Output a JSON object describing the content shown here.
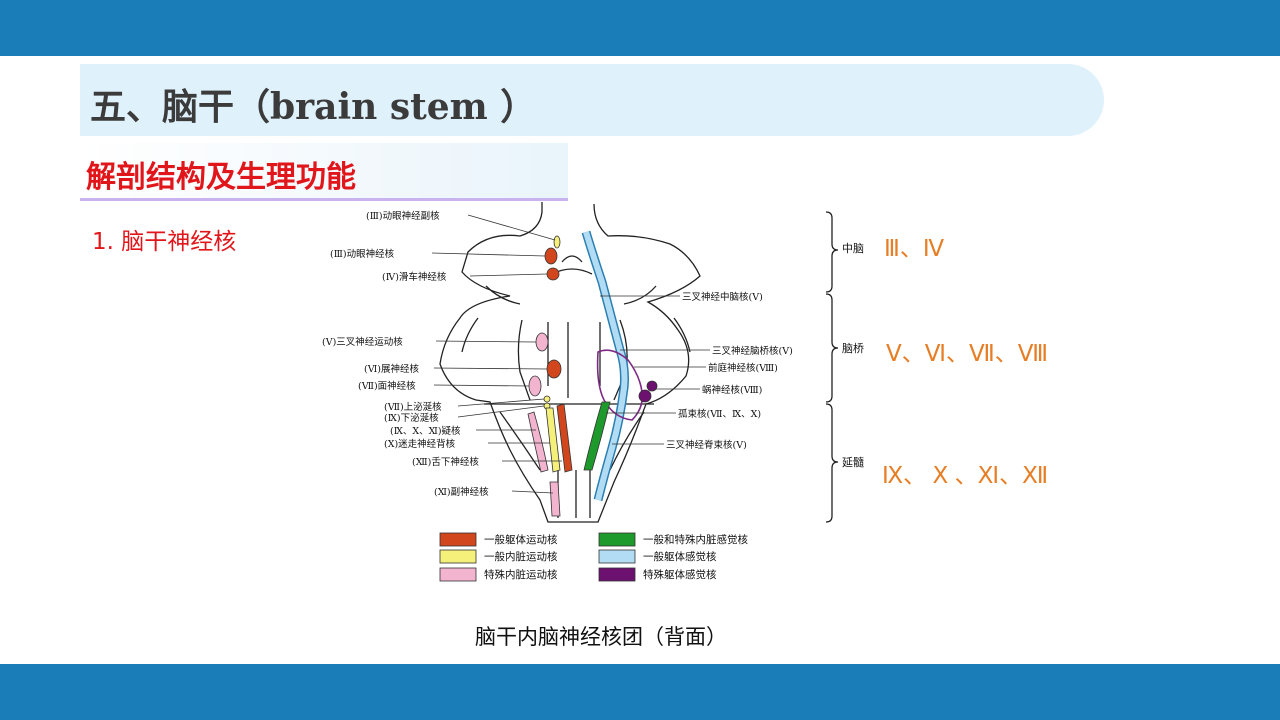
{
  "slide": {
    "title": "五、脑干（brain stem ）",
    "subtitle": "解剖结构及生理功能",
    "point": "1. 脑干神经核",
    "caption": "脑干内脑神经核团（背面）"
  },
  "figure": {
    "left_labels": [
      "(Ⅲ)动眼神经副核",
      "(Ⅲ)动眼神经核",
      "(Ⅳ)滑车神经核",
      "(Ⅴ)三叉神经运动核",
      "(Ⅵ)展神经核",
      "(Ⅶ)面神经核",
      "(Ⅶ)上泌涎核",
      "(Ⅸ)下泌涎核",
      "(Ⅸ、Ⅹ、Ⅺ)疑核",
      "(Ⅹ)迷走神经背核",
      "(Ⅻ)舌下神经核",
      "(Ⅺ)副神经核"
    ],
    "right_labels": [
      "三叉神经中脑核(Ⅴ)",
      "三叉神经脑桥核(Ⅴ)",
      "前庭神经核(Ⅷ)",
      "蜗神经核(Ⅷ)",
      "孤束核(Ⅶ、Ⅸ、Ⅹ)",
      "三叉神经脊束核(Ⅴ)"
    ],
    "regions": [
      {
        "label": "中脑",
        "nerves": "Ⅲ、Ⅳ"
      },
      {
        "label": "脑桥",
        "nerves": "Ⅴ、Ⅵ、Ⅶ、Ⅷ"
      },
      {
        "label": "延髓",
        "nerves": "Ⅸ、 Ⅹ 、Ⅺ、Ⅻ"
      }
    ],
    "legend": [
      {
        "label": "一般躯体运动核",
        "color": "#d2461e"
      },
      {
        "label": "一般和特殊内脏感觉核",
        "color": "#1e9a2c"
      },
      {
        "label": "一般内脏运动核",
        "color": "#f5f07a"
      },
      {
        "label": "一般躯体感觉核",
        "color": "#b2dcf3"
      },
      {
        "label": "特殊内脏运动核",
        "color": "#f2b4cf"
      },
      {
        "label": "特殊躯体感觉核",
        "color": "#6d1170"
      }
    ]
  }
}
